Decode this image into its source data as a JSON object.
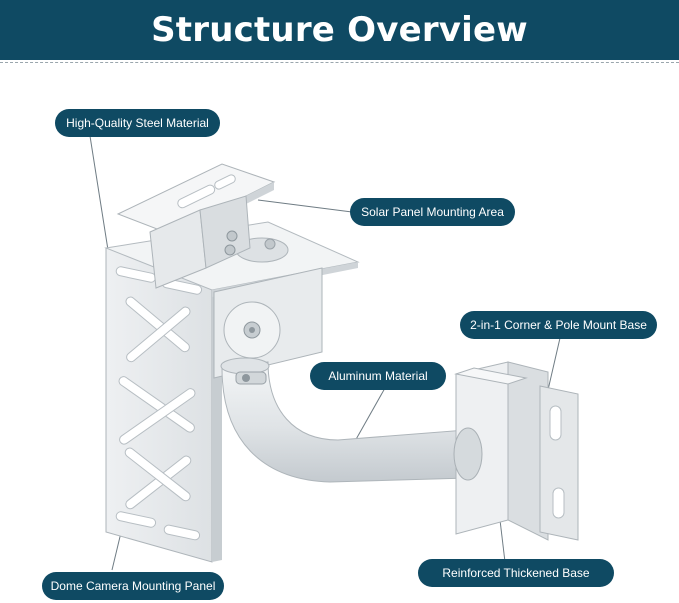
{
  "title": "Structure Overview",
  "callouts": {
    "steel": "High-Quality Steel Material",
    "solar": "Solar Panel Mounting Area",
    "corner": "2-in-1 Corner & Pole Mount Base",
    "aluminum": "Aluminum Material",
    "dome": "Dome Camera Mounting Panel",
    "base": "Reinforced Thickened Base"
  },
  "colors": {
    "banner": "#0f4a63",
    "metal": "#e9ecee",
    "metal_shadow": "#c9ced2"
  }
}
